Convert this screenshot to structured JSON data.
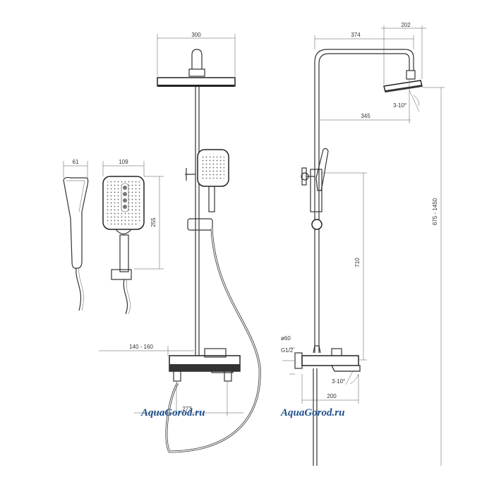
{
  "dimensions": {
    "head_width": "300",
    "arm_reach": "374",
    "head_diameter": "202",
    "arm_offset": "345",
    "head_tilt": "3-10°",
    "height_range": "675 - 1450",
    "hand_depth": "61",
    "hand_width": "109",
    "hand_length": "255",
    "outlet_height": "710",
    "centers": "140 - 160",
    "mixer_width": "273",
    "round_diameter": "ø60",
    "thread": "G1/2",
    "spout_tilt": "3-10°",
    "spout_length": "200"
  },
  "watermarks": [
    "AquaGorod.ru",
    "AquaGorod.ru"
  ],
  "colors": {
    "line": "#333333",
    "watermark": "#1e4f8c"
  }
}
